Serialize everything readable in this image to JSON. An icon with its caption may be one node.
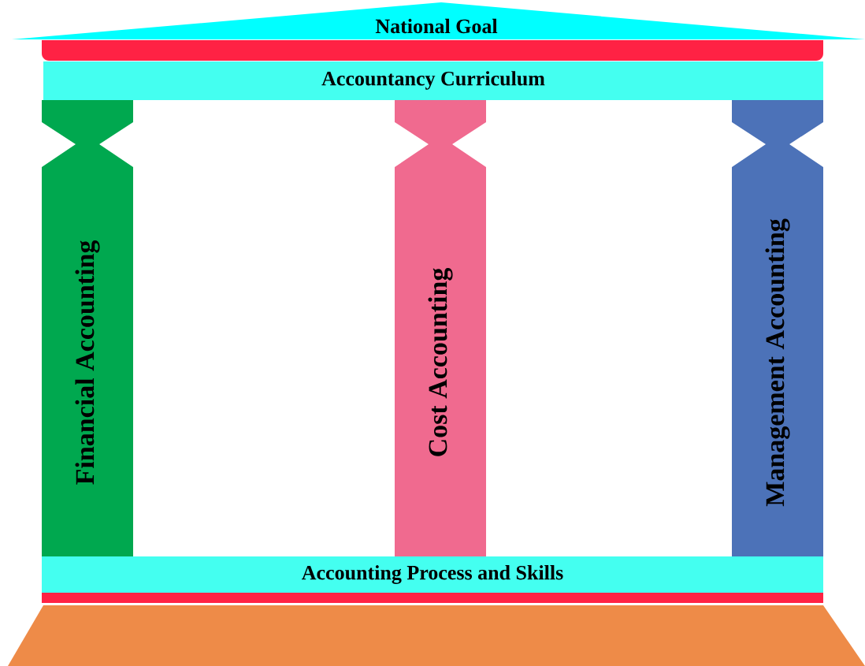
{
  "diagram": {
    "nodes": [
      {
        "text": [
          "National Goal"
        ]
      },
      {
        "text": [],
        "shape": "bar"
      },
      {
        "text": [
          "Accountancy Curriculum"
        ]
      },
      {
        "text": [
          "Financial Accounting"
        ]
      },
      {
        "text": [
          "Cost Accounting"
        ]
      },
      {
        "text": [
          "Management Accounting"
        ]
      },
      {
        "text": [
          "Accounting Process and Skills"
        ]
      },
      {
        "text": [],
        "shape": "bar"
      },
      {
        "text": [],
        "shape": "bar"
      }
    ]
  }
}
